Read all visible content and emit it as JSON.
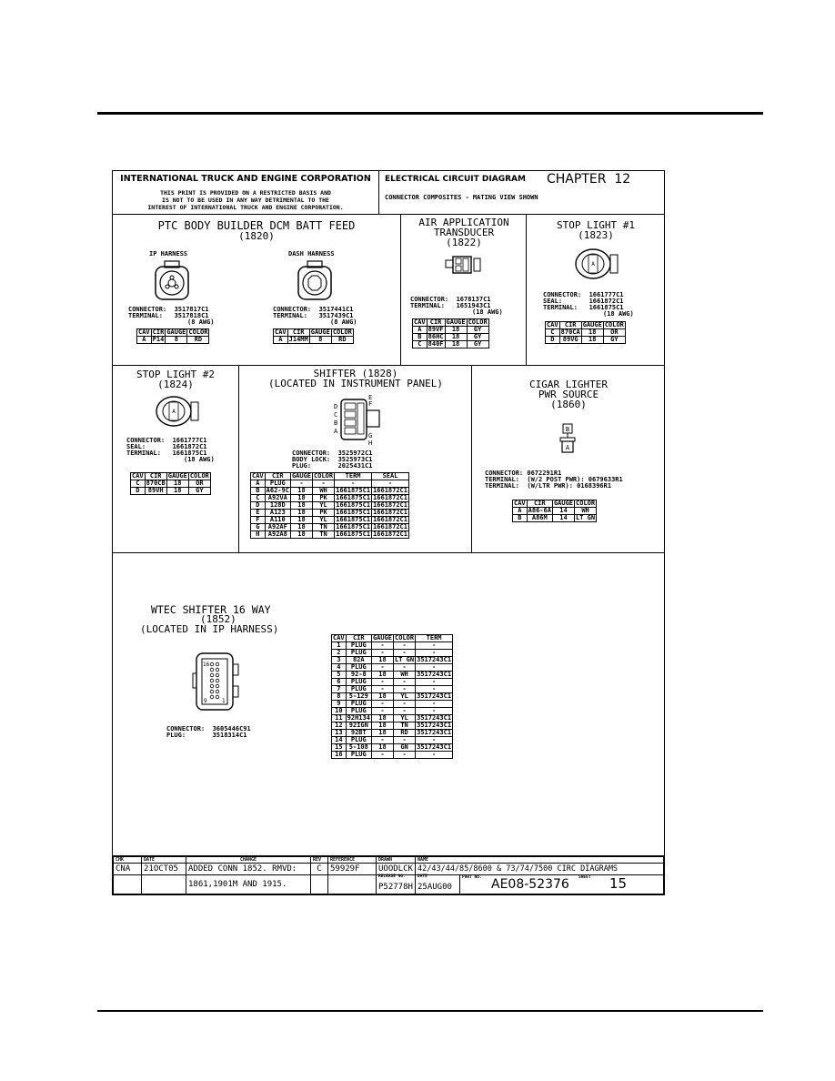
{
  "header": {
    "company": "INTERNATIONAL TRUCK AND ENGINE CORPORATION",
    "notice_1": "THIS PRINT IS PROVIDED ON A RESTRICTED BASIS AND",
    "notice_2": "IS NOT TO BE USED IN ANY WAY DETRIMENTAL TO THE",
    "notice_3": "INTEREST OF INTERNATIONAL TRUCK AND ENGINE CORPORATION.",
    "diagram_type": "ELECTRICAL CIRCUIT DIAGRAM",
    "chapter": "CHAPTER  12",
    "subtitle": "CONNECTOR COMPOSITES - MATING VIEW SHOWN"
  },
  "ptc": {
    "title": "PTC BODY BUILDER DCM BATT FEED",
    "number": "(1820)",
    "left": {
      "label": "IP HARNESS",
      "connector": "CONNECTOR:  3517817C1",
      "terminal": "TERMINAL:   3517818C1",
      "gauge_note": "(8 AWG)",
      "headers": [
        "CAV",
        "CIR",
        "GAUGE",
        "COLOR"
      ],
      "rows": [
        [
          "A",
          "P14",
          "8",
          "RD"
        ]
      ]
    },
    "right": {
      "label": "DASH HARNESS",
      "connector": "CONNECTOR:  3517441C1",
      "terminal": "TERMINAL:   3517439C1",
      "gauge_note": "(8 AWG)",
      "headers": [
        "CAV",
        "CIR",
        "GAUGE",
        "COLOR"
      ],
      "rows": [
        [
          "A",
          "J14MM",
          "8",
          "RD"
        ]
      ]
    }
  },
  "air": {
    "title_1": "AIR APPLICATION",
    "title_2": "TRANSDUCER",
    "number": "(1822)",
    "connector": "CONNECTOR:  1678137C1",
    "terminal": "TERMINAL:   1651943C1",
    "gauge_note": "(18 AWG)",
    "headers": [
      "CAV",
      "CIR",
      "GAUGE",
      "COLOR"
    ],
    "rows": [
      [
        "A",
        "89VF",
        "18",
        "GY"
      ],
      [
        "B",
        "86HC",
        "18",
        "GY"
      ],
      [
        "C",
        "840F",
        "18",
        "GY"
      ]
    ]
  },
  "stop1": {
    "title": "STOP LIGHT #1",
    "number": "(1823)",
    "connector": "CONNECTOR:  1661777C1",
    "seal": "SEAL:       1661872C1",
    "terminal": "TERMINAL:   1661875C1",
    "gauge_note": "(18 AWG)",
    "headers": [
      "CAV",
      "CIR",
      "GAUGE",
      "COLOR"
    ],
    "rows": [
      [
        "C",
        "870CA",
        "18",
        "OR"
      ],
      [
        "D",
        "89VG",
        "18",
        "GY"
      ]
    ]
  },
  "stop2": {
    "title": "STOP LIGHT #2",
    "number": "(1824)",
    "connector": "CONNECTOR:  1661777C1",
    "seal": "SEAL:       1661872C1",
    "terminal": "TERMINAL:   1661875C1",
    "gauge_note": "(18 AWG)",
    "headers": [
      "CAV",
      "CIR",
      "GAUGE",
      "COLOR"
    ],
    "rows": [
      [
        "C",
        "870CB",
        "18",
        "OR"
      ],
      [
        "D",
        "89VH",
        "18",
        "GY"
      ]
    ]
  },
  "shifter": {
    "title": "SHIFTER (1828)",
    "subtitle": "(LOCATED IN INSTRUMENT PANEL)",
    "connector": "CONNECTOR:  3525972C1",
    "body_lock": "BODY LOCK:  3525973C1",
    "plug": "PLUG:       2025431C1",
    "pin_letters": [
      "D",
      "C",
      "B",
      "A",
      "E",
      "F",
      "G",
      "H"
    ],
    "headers": [
      "CAV",
      "CIR",
      "GAUGE",
      "COLOR",
      "TERM",
      "SEAL"
    ],
    "rows": [
      [
        "A",
        "PLUG",
        "-",
        "-",
        "-",
        "-"
      ],
      [
        "B",
        "A62-9C",
        "18",
        "WH",
        "1661875C1",
        "1661872C1"
      ],
      [
        "C",
        "A92VA",
        "18",
        "PK",
        "1661875C1",
        "1661872C1"
      ],
      [
        "D",
        "128D",
        "18",
        "YL",
        "1661875C1",
        "1661872C1"
      ],
      [
        "E",
        "A123",
        "18",
        "PK",
        "1661875C1",
        "1661872C1"
      ],
      [
        "F",
        "A110",
        "18",
        "YL",
        "1661875C1",
        "1661872C1"
      ],
      [
        "G",
        "A92AF",
        "18",
        "TN",
        "1661875C1",
        "1661872C1"
      ],
      [
        "H",
        "A92A8",
        "18",
        "TN",
        "1661875C1",
        "1661872C1"
      ]
    ]
  },
  "cigar": {
    "title_1": "CIGAR LIGHTER",
    "title_2": "PWR SOURCE",
    "number": "(1860)",
    "pin_letters": [
      "B",
      "A"
    ],
    "connector": "CONNECTOR: 0672291R1",
    "terminal_1": "TERMINAL:  (W/2 POST PWR): 0679633R1",
    "terminal_2": "TERMINAL:  (W/LTR PWR): 0168396R1",
    "headers": [
      "CAV",
      "CIR",
      "GAUGE",
      "COLOR"
    ],
    "rows": [
      [
        "A",
        "A86-6A",
        "14",
        "WH"
      ],
      [
        "B",
        "A86M",
        "14",
        "LT GN"
      ]
    ]
  },
  "wtec": {
    "title": "WTEC SHIFTER 16 WAY",
    "number": "(1852)",
    "subtitle": "(LOCATED IN IP HARNESS)",
    "pin_top": "16",
    "pin_bottom_left": "9",
    "pin_bottom_right": "1",
    "connector": "CONNECTOR:  3605446C91",
    "plug": "PLUG:       3518314C1",
    "headers": [
      "CAV",
      "CIR",
      "GAUGE",
      "COLOR",
      "TERM"
    ],
    "rows": [
      [
        "1",
        "PLUG",
        "-",
        "-",
        "-"
      ],
      [
        "2",
        "PLUG",
        "-",
        "-",
        "-"
      ],
      [
        "3",
        "82A",
        "18",
        "LT GN",
        "3517243C1"
      ],
      [
        "4",
        "PLUG",
        "-",
        "-",
        "-"
      ],
      [
        "5",
        "92-8",
        "18",
        "WH",
        "3517243C1"
      ],
      [
        "6",
        "PLUG",
        "-",
        "-",
        "-"
      ],
      [
        "7",
        "PLUG",
        "-",
        "-",
        "-"
      ],
      [
        "8",
        "5-129",
        "18",
        "YL",
        "3517243C1"
      ],
      [
        "9",
        "PLUG",
        "-",
        "-",
        "-"
      ],
      [
        "10",
        "PLUG",
        "-",
        "-",
        "-"
      ],
      [
        "11",
        "92H134",
        "18",
        "YL",
        "3517243C1"
      ],
      [
        "12",
        "92IGN",
        "18",
        "TN",
        "3517243C1"
      ],
      [
        "13",
        "92BT",
        "18",
        "RD",
        "3517243C1"
      ],
      [
        "14",
        "PLUG",
        "-",
        "-",
        "-"
      ],
      [
        "15",
        "5-108",
        "18",
        "GN",
        "3517243C1"
      ],
      [
        "16",
        "PLUG",
        "-",
        "-",
        "-"
      ]
    ]
  },
  "title_block": {
    "chk_h": "CHK",
    "date_h": "DATE",
    "change_h": "CHANGE",
    "rev_h": "REV",
    "ref_h": "REFERENCE",
    "drawn_h": "DRAWN",
    "name_h": "NAME",
    "chk": "CNA",
    "date": "21OCT05",
    "change_1": "ADDED CONN 1852. RMVD:",
    "change_2": "1861,1901M AND 1915.",
    "rev": "C",
    "ref": "59929F",
    "drawn": "UOODLCK",
    "name": "42/43/44/85/8600 & 73/74/7500 CIRC DIAGRAMS",
    "release_h": "RELEASE NO.",
    "release": "P52778H",
    "rdate_h": "DATE",
    "rdate": "25AUG00",
    "part_h": "PART NO.",
    "part": "AE08-52376",
    "sheet_h": "SHEET",
    "sheet": "15"
  }
}
